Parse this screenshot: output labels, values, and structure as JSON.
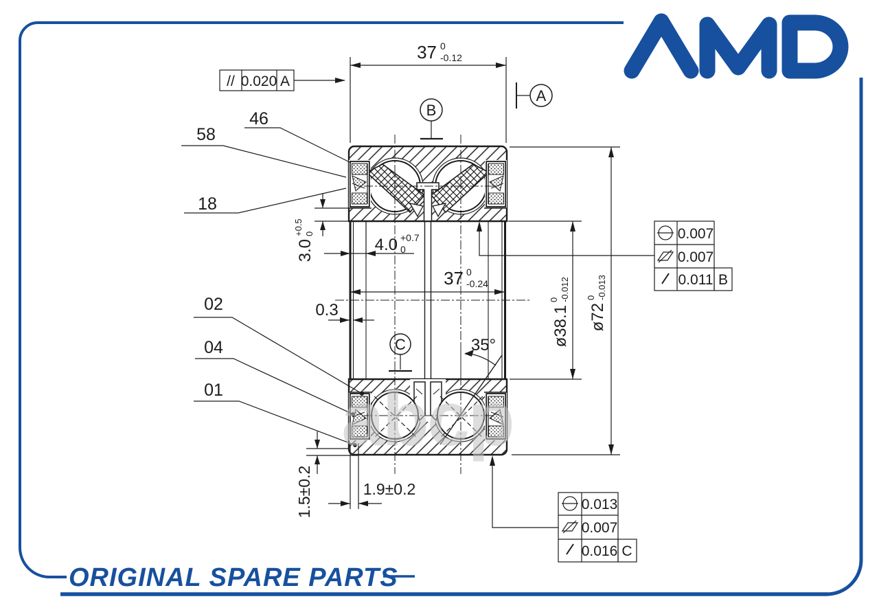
{
  "brand": {
    "logo_text": "AMD",
    "tagline": "ORIGINAL SPARE PARTS"
  },
  "watermark": {
    "text": "abcp"
  },
  "colors": {
    "brand_blue": "#17509e",
    "line_black": "#1c1c1c",
    "watermark_gray": "#c2c2c2"
  },
  "labels": {
    "l46": "46",
    "l58": "58",
    "l18": "18",
    "l02": "02",
    "l04": "04",
    "l01": "01"
  },
  "datums": {
    "a": "A",
    "b": "B",
    "c": "C"
  },
  "dims": {
    "outer_width": {
      "main": "37",
      "sup": "0",
      "sub": "-0.12"
    },
    "inner_width": {
      "main": "37",
      "sup": "0",
      "sub": "-0.24"
    },
    "bore_dia": {
      "main": "ø38.1",
      "sup": "0",
      "sub": "-0.012"
    },
    "outer_dia": {
      "main": "ø72",
      "sup": "0",
      "sub": "-0.013"
    },
    "step_height": {
      "main": "3.0",
      "sup": "+0.5",
      "sub": "0"
    },
    "groove_width": {
      "main": "4.0",
      "sup": "+0.7",
      "sub": "0"
    },
    "gap": "0.3",
    "contact_angle": "35°",
    "seal_recess": "1.5±0.2",
    "seal_width": "1.9±0.2"
  },
  "fcf": {
    "parallelism": {
      "symbol": "//",
      "value": "0.020",
      "datum": "A"
    },
    "upper": {
      "rows": [
        {
          "value": "0.007"
        },
        {
          "value": "0.007"
        },
        {
          "value": "0.011",
          "datum": "B"
        }
      ]
    },
    "lower": {
      "rows": [
        {
          "value": "0.013"
        },
        {
          "value": "0.007"
        },
        {
          "value": "0.016",
          "datum": "C"
        }
      ]
    }
  }
}
